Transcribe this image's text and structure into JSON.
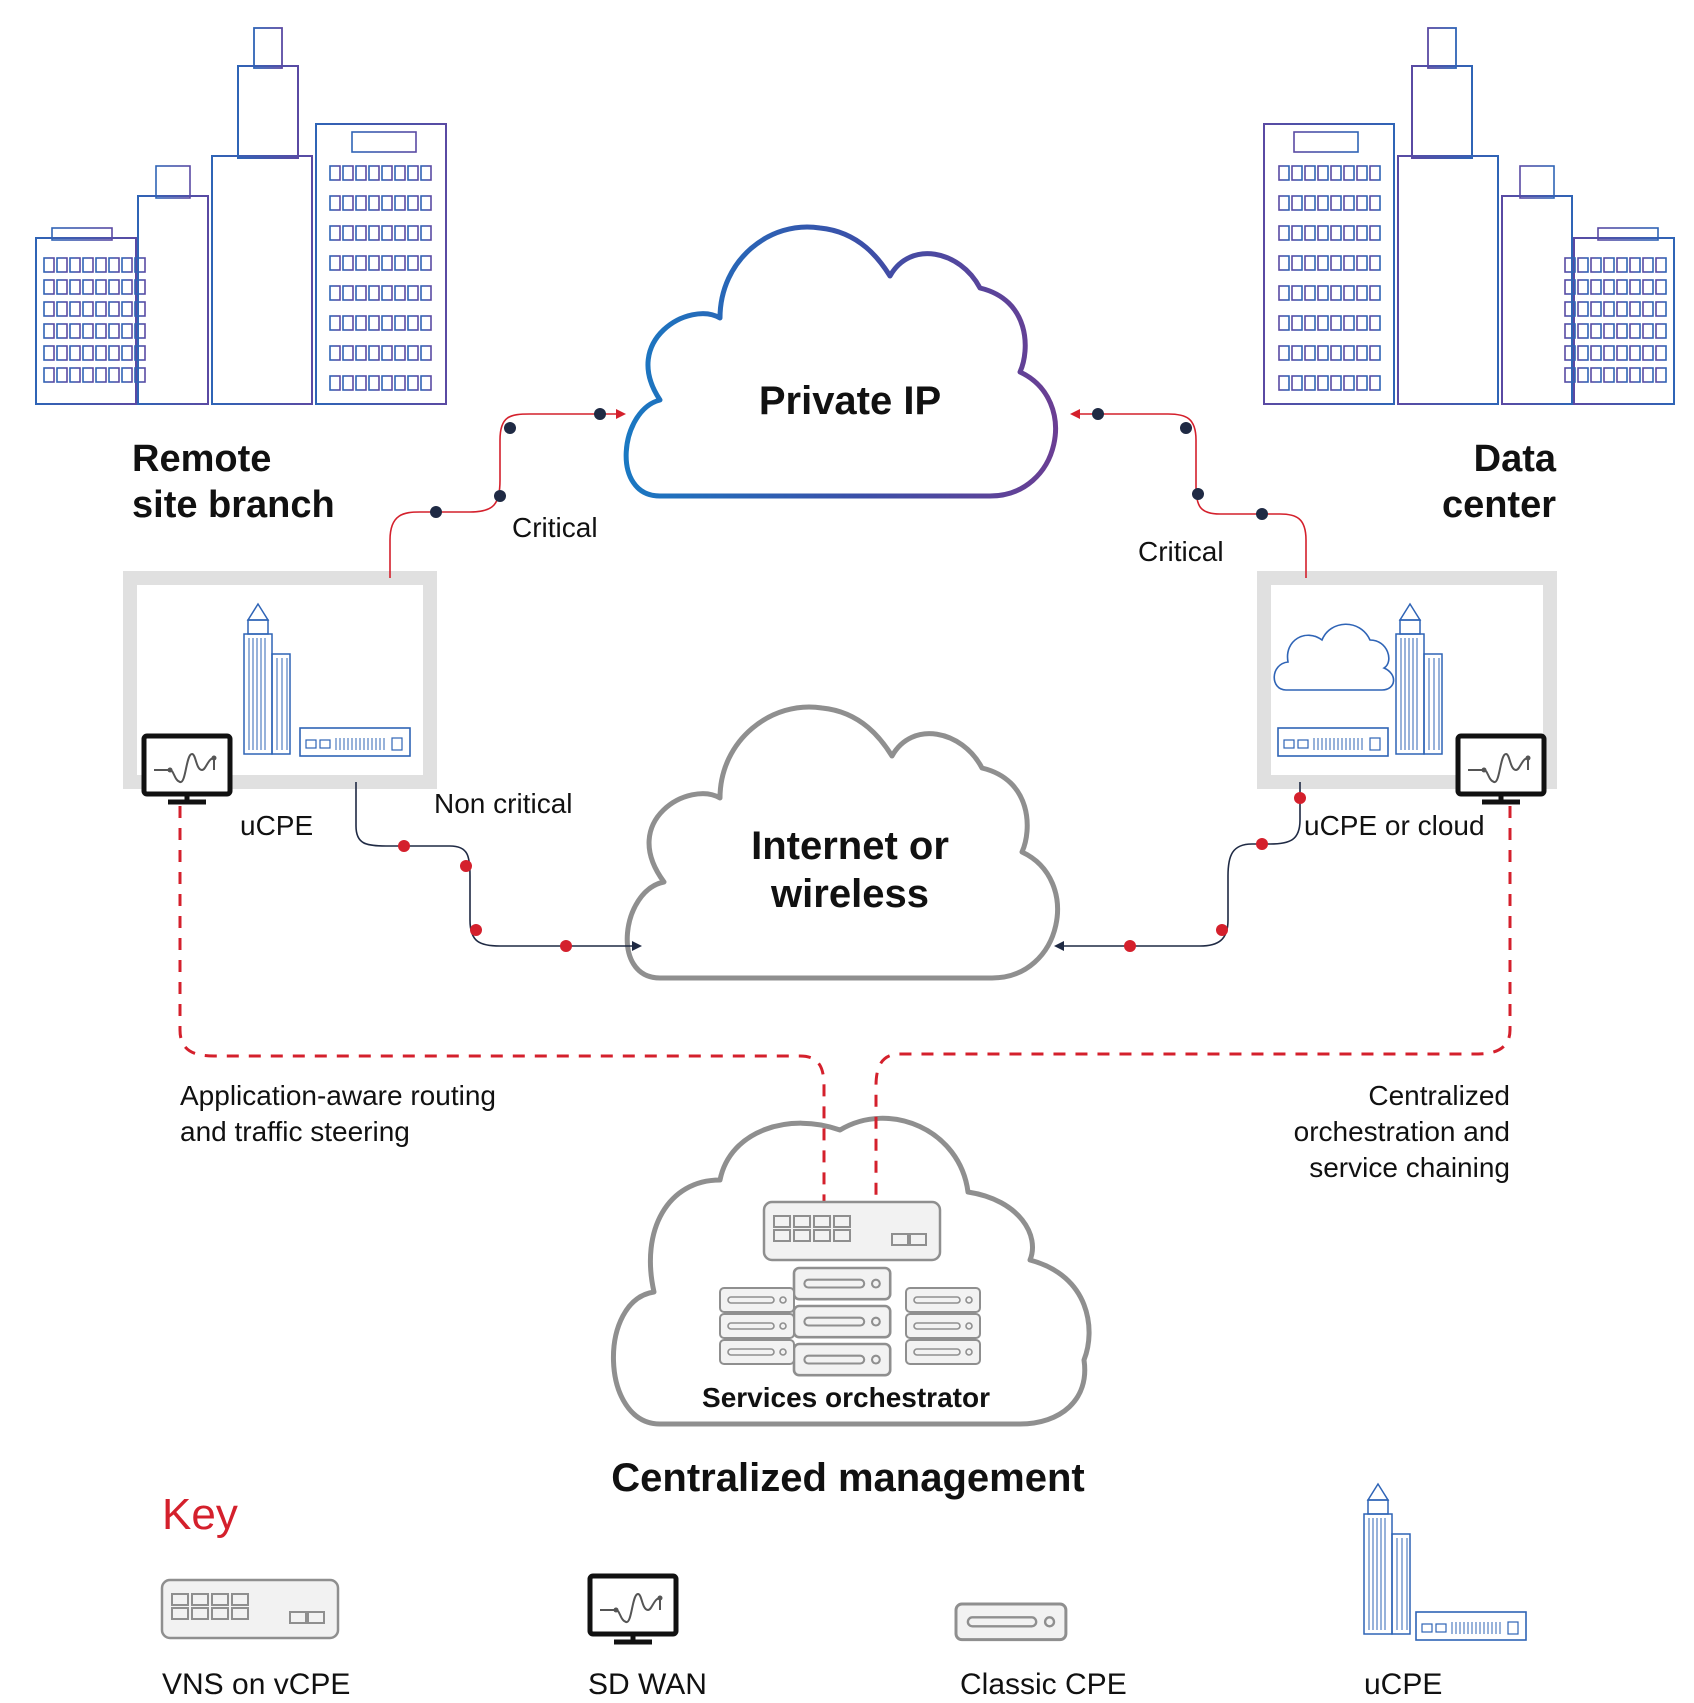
{
  "sites": {
    "left_title_line1": "Remote",
    "left_title_line2": "site branch",
    "right_title_line1": "Data",
    "right_title_line2": "center"
  },
  "clouds": {
    "private": "Private IP",
    "internet_line1": "Internet or",
    "internet_line2": "wireless",
    "orchestrator": "Services orchestrator"
  },
  "links": {
    "critical_left": "Critical",
    "critical_right": "Critical",
    "non_critical": "Non critical",
    "ucpe_left": "uCPE",
    "ucpe_right": "uCPE or cloud"
  },
  "annotations": {
    "left_line1": "Application-aware routing",
    "left_line2": "and traffic steering",
    "right_line1": "Centralized",
    "right_line2": "orchestration and",
    "right_line3": "service chaining"
  },
  "footer_title": "Centralized management",
  "key": {
    "title": "Key",
    "items": [
      "VNS on vCPE",
      "SD WAN",
      "Classic CPE",
      "uCPE"
    ]
  },
  "colors": {
    "red": "#d4202c",
    "navy": "#1f2a44",
    "gray_cloud": "#8f8f8f",
    "blue_building": "#2f64b6",
    "purple": "#6a3e93"
  },
  "icons": [
    "building-icon",
    "router-icon",
    "sdwan-monitor-icon",
    "server-icon",
    "cloud-icon",
    "tower-icon"
  ]
}
